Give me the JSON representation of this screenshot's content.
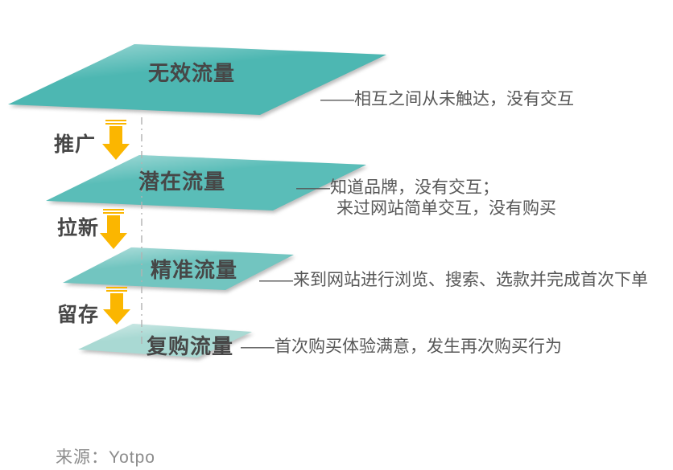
{
  "diagram": {
    "layers": [
      {
        "label": "无效流量",
        "annotation": [
          "——相互之间从未触达，没有交互"
        ]
      },
      {
        "label": "潜在流量",
        "annotation": [
          "——知道品牌，没有交互；",
          "来过网站简单交互，没有购买"
        ]
      },
      {
        "label": "精准流量",
        "annotation": [
          "——来到网站进行浏览、搜索、选款并完成首次下单"
        ]
      },
      {
        "label": "复购流量",
        "annotation": [
          "——首次购买体验满意，发生再次购买行为"
        ]
      }
    ],
    "stage_arrows": [
      {
        "label": "推广"
      },
      {
        "label": "拉新"
      },
      {
        "label": "留存"
      }
    ],
    "icons": {
      "stage_arrow_icon": "thick-down-arrow"
    },
    "colors": {
      "layer1": "#4DB7B2",
      "layer2": "#5ABDB8",
      "layer3": "#72C5C0",
      "layer4": "#A9D9D3",
      "arrow": "#FBB600",
      "label_text": "#474747",
      "annotation_text": "#575757",
      "connector_line": "#B3B3B3",
      "source_text": "#8C8C8C"
    }
  },
  "footer": {
    "source": "来源：Yotpo"
  }
}
